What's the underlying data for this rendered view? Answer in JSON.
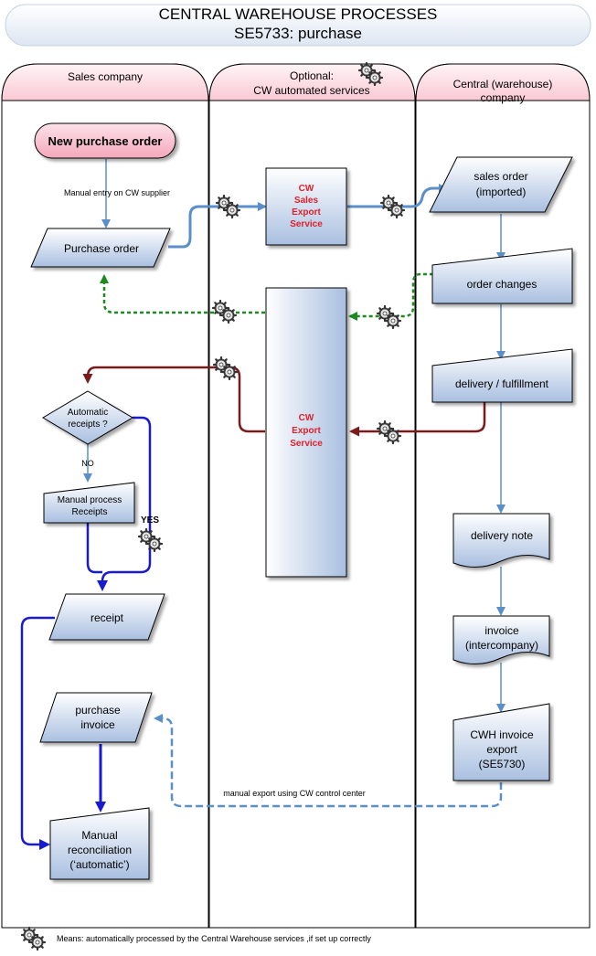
{
  "title": {
    "line1": "CENTRAL WAREHOUSE PROCESSES",
    "line2": "SE5733: purchase"
  },
  "lanes": {
    "sales": "Sales company",
    "optional_1": "Optional:",
    "optional_2": "CW automated services",
    "central_1": "Central (warehouse)",
    "central_2": "company"
  },
  "nodes": {
    "new_po": "New purchase order",
    "purchase_order": "Purchase order",
    "cw_sales_1": "CW",
    "cw_sales_2": "Sales",
    "cw_sales_3": "Export",
    "cw_sales_4": "Service",
    "cw_export_1": "CW",
    "cw_export_2": "Export",
    "cw_export_3": "Service",
    "sales_order_1": "sales order",
    "sales_order_2": "(imported)",
    "order_changes": "order changes",
    "delivery_fulfillment": "delivery / fulfillment",
    "auto_receipts_1": "Automatic",
    "auto_receipts_2": "receipts ?",
    "manual_receipts_1": "Manual process",
    "manual_receipts_2": "Receipts",
    "receipt": "receipt",
    "purchase_invoice_1": "purchase",
    "purchase_invoice_2": "invoice",
    "manual_recon_1": "Manual",
    "manual_recon_2": "reconciliation",
    "manual_recon_3": "(‘automatic’)",
    "delivery_note": "delivery note",
    "invoice_1": "invoice",
    "invoice_2": "(intercompany)",
    "cwh_export_1": "CWH invoice",
    "cwh_export_2": "export",
    "cwh_export_3": "(SE5730)"
  },
  "labels": {
    "manual_entry": "Manual entry on CW supplier",
    "no": "NO",
    "yes": "YES",
    "manual_export": "manual export using CW control center"
  },
  "legend": {
    "text": "Means: automatically processed by the Central Warehouse services ,if set up correctly",
    "icon": "gear-icon"
  },
  "colors": {
    "box_fill_top": "#ffffff",
    "box_fill_bottom": "#a9bfe0",
    "lane_header": "#f9c6d2",
    "start_fill": "#f7b3c4",
    "service_text": "#e0202a",
    "arrow_blue": "#5b8fc9",
    "arrow_darkblue": "#1a1ad0",
    "arrow_green": "#1c8a1c",
    "arrow_red": "#7a1a1a"
  }
}
